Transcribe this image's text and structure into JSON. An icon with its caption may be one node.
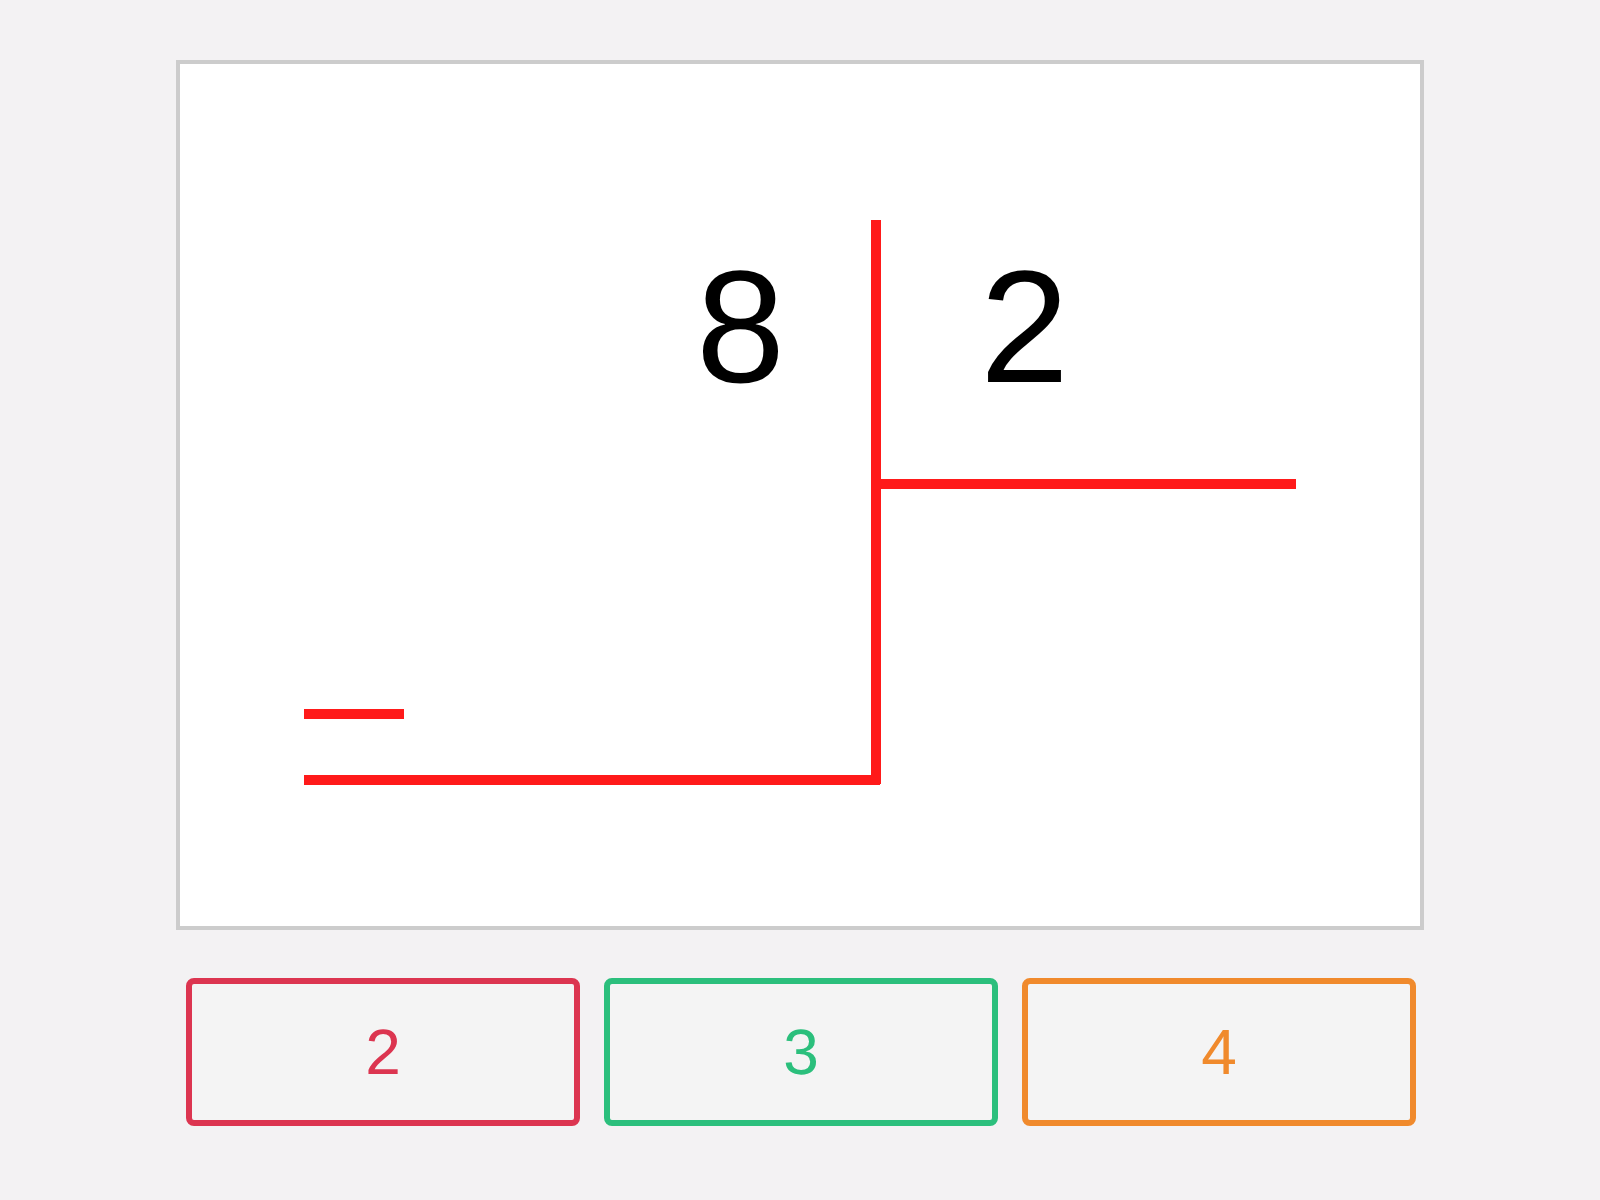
{
  "diagram": {
    "nodes": [
      {
        "text": [
          "2"
        ]
      },
      {
        "text": [
          "3"
        ]
      },
      {
        "text": [
          "4"
        ]
      }
    ],
    "labels": [
      "8",
      "2"
    ]
  }
}
